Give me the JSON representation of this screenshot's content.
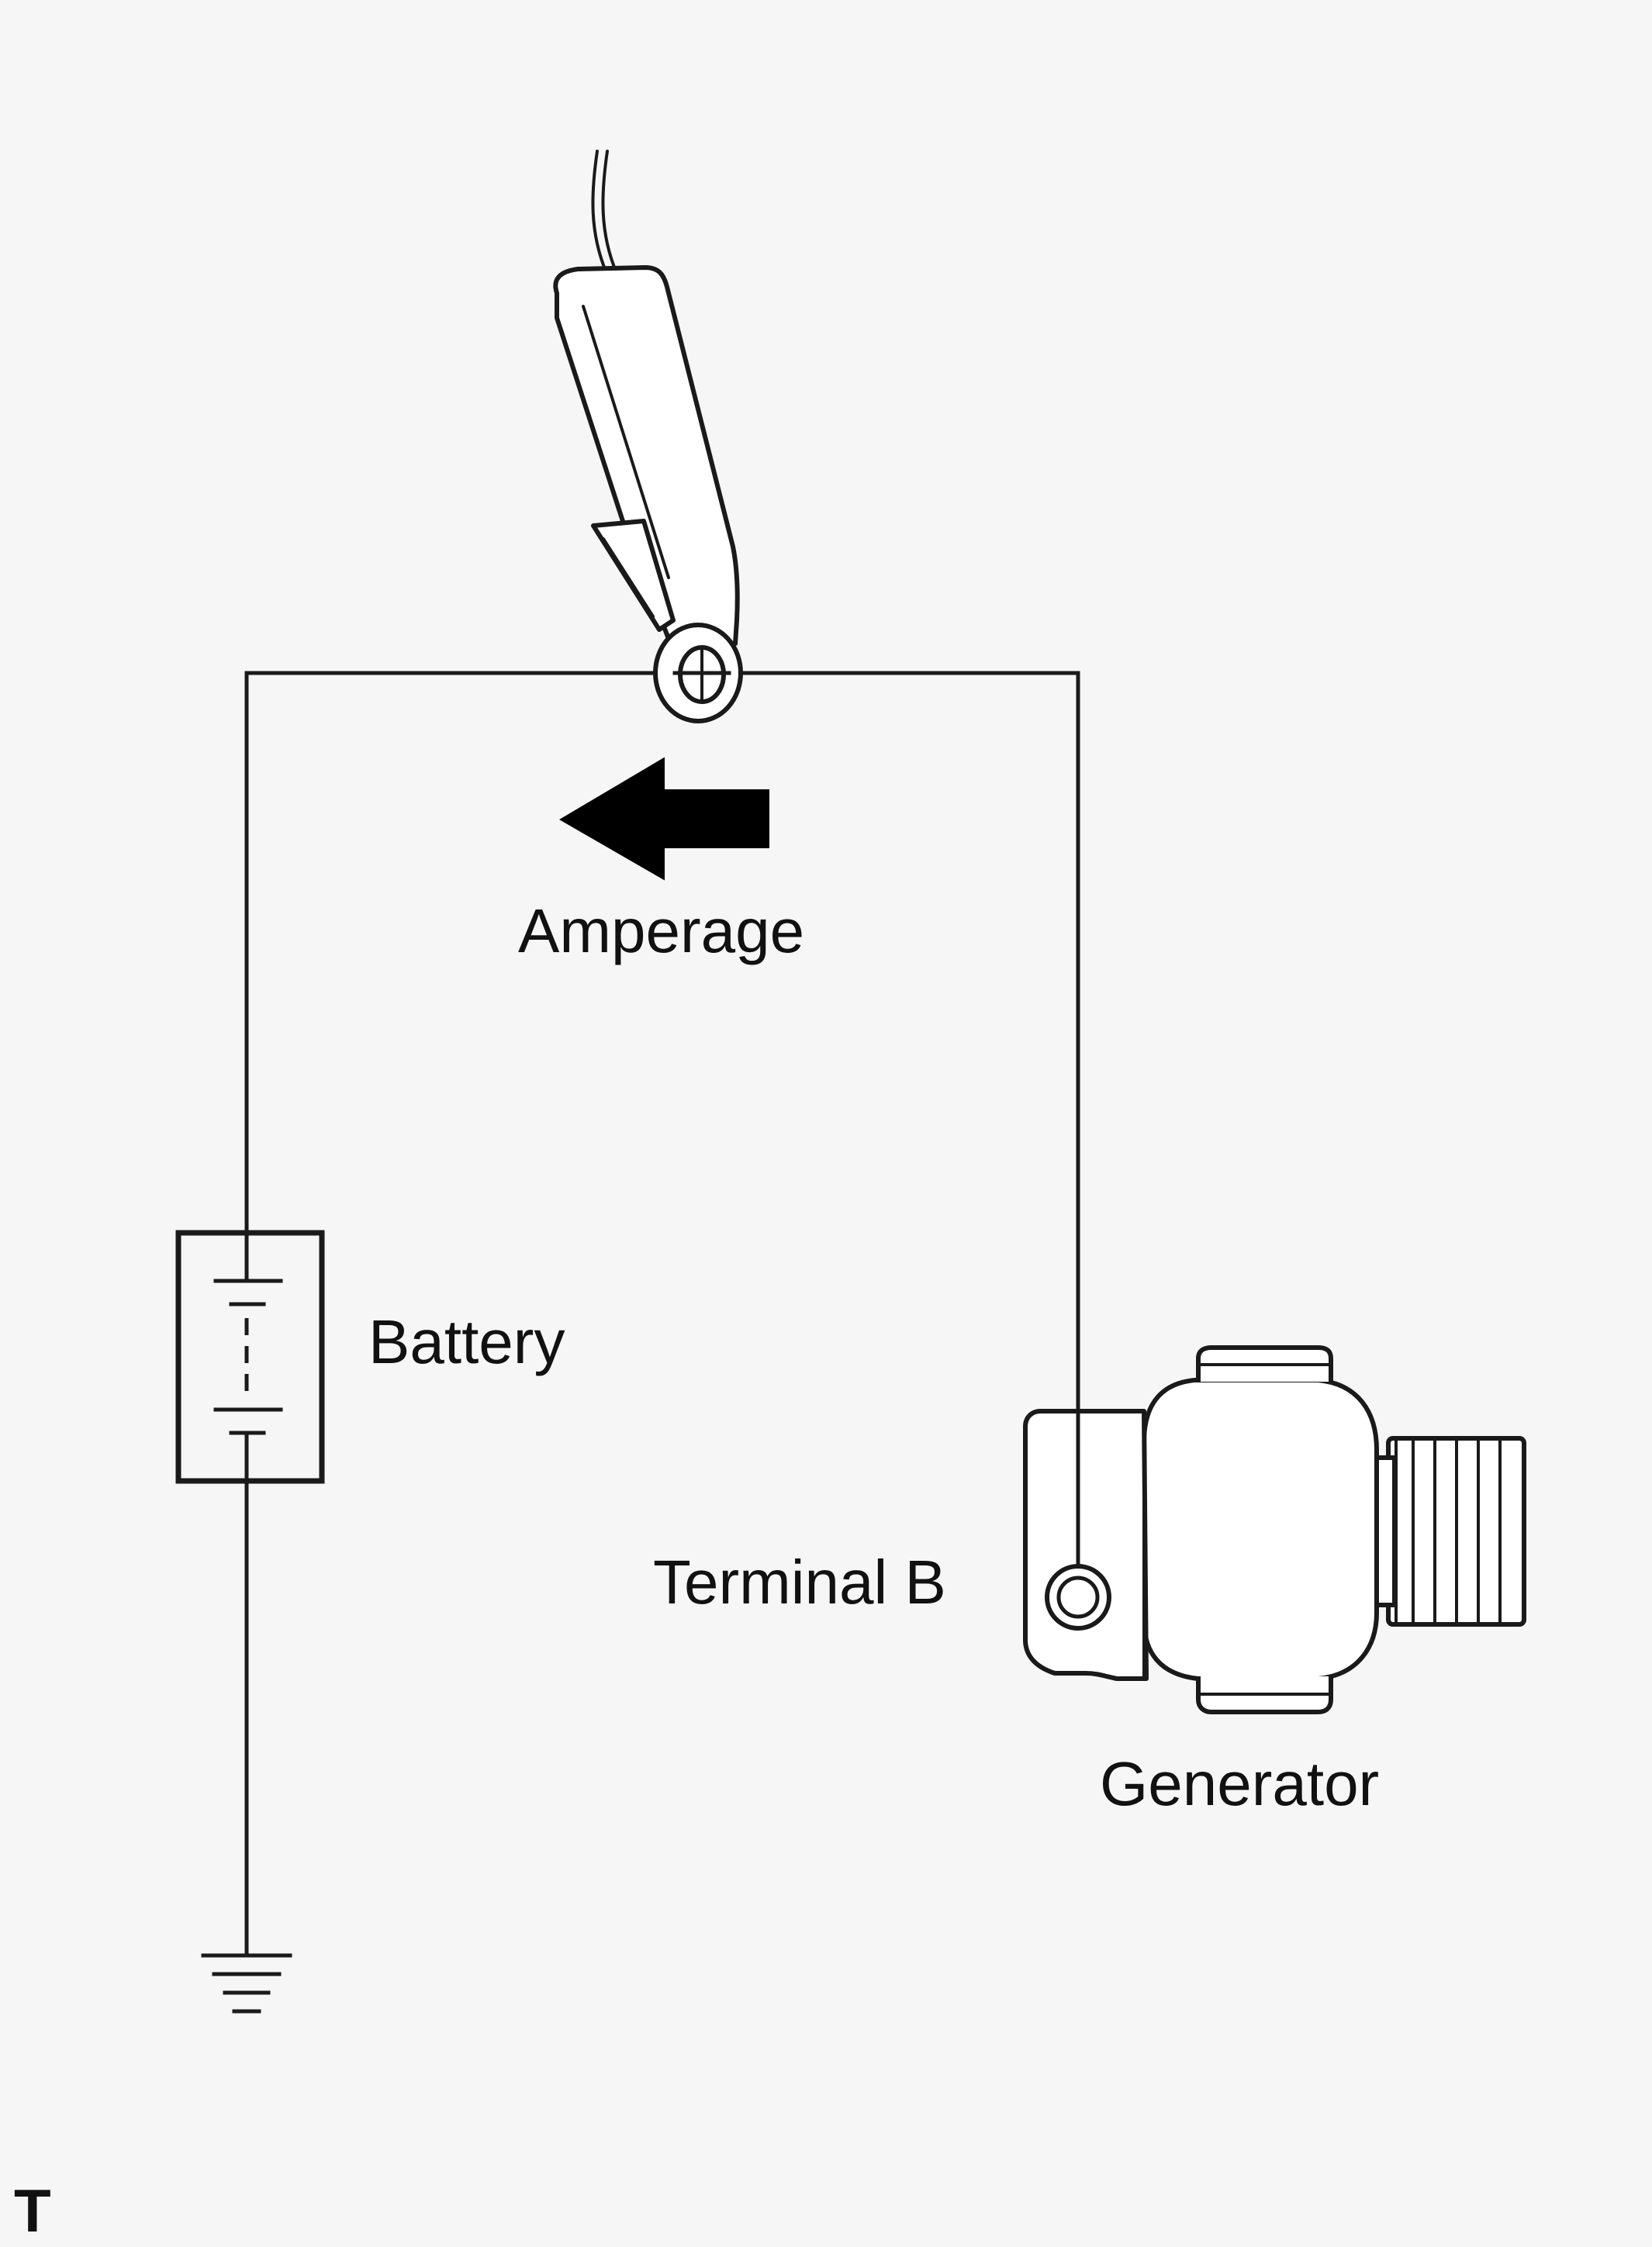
{
  "labels": {
    "amperage": "Amperage",
    "battery": "Battery",
    "terminal_b": "Terminal B",
    "generator": "Generator",
    "corner_mark": "T"
  },
  "colors": {
    "background": "#f6f6f6",
    "line": "#1a1a1a",
    "arrow": "#000000"
  },
  "icons": {
    "probe": "current-clamp-probe-icon",
    "arrow": "arrow-left-icon",
    "battery": "battery-symbol-icon",
    "ground": "ground-symbol-icon",
    "generator": "generator-icon"
  }
}
